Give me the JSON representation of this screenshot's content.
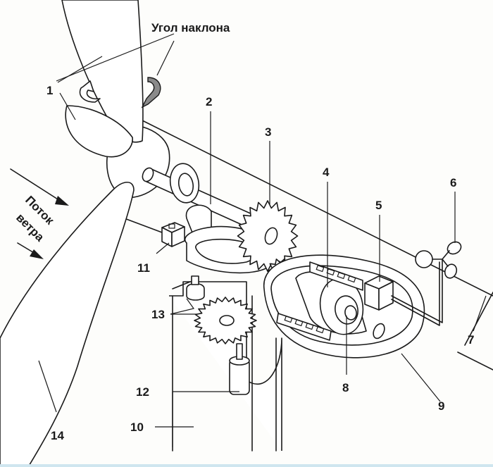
{
  "diagram": {
    "subject": "wind-turbine-nacelle",
    "annotations": {
      "pitch_angle": "Угол наклона",
      "wind_flow_line1": "Поток",
      "wind_flow_line2": "ветра"
    },
    "callouts": [
      {
        "id": "1",
        "text": "1"
      },
      {
        "id": "2",
        "text": "2"
      },
      {
        "id": "3",
        "text": "3"
      },
      {
        "id": "4",
        "text": "4"
      },
      {
        "id": "5",
        "text": "5"
      },
      {
        "id": "6",
        "text": "6"
      },
      {
        "id": "7",
        "text": "7"
      },
      {
        "id": "8",
        "text": "8"
      },
      {
        "id": "9",
        "text": "9"
      },
      {
        "id": "10",
        "text": "10"
      },
      {
        "id": "11",
        "text": "11"
      },
      {
        "id": "12",
        "text": "12"
      },
      {
        "id": "13",
        "text": "13"
      },
      {
        "id": "14",
        "text": "14"
      }
    ],
    "colors": {
      "ink": "#1a1a1a",
      "paper": "#fdfdfb",
      "arrow_shade": "#8a8a8a"
    }
  }
}
